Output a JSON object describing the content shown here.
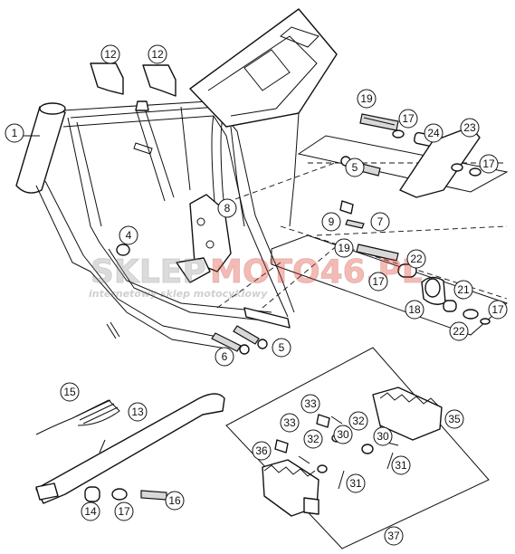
{
  "callouts": [
    {
      "id": "c1",
      "label": "1"
    },
    {
      "id": "c4",
      "label": "4"
    },
    {
      "id": "c5a",
      "label": "5"
    },
    {
      "id": "c5b",
      "label": "5"
    },
    {
      "id": "c6",
      "label": "6"
    },
    {
      "id": "c7",
      "label": "7"
    },
    {
      "id": "c8",
      "label": "8"
    },
    {
      "id": "c9",
      "label": "9"
    },
    {
      "id": "c12a",
      "label": "12"
    },
    {
      "id": "c12b",
      "label": "12"
    },
    {
      "id": "c13",
      "label": "13"
    },
    {
      "id": "c14",
      "label": "14"
    },
    {
      "id": "c15",
      "label": "15"
    },
    {
      "id": "c16",
      "label": "16"
    },
    {
      "id": "c17a",
      "label": "17"
    },
    {
      "id": "c17b",
      "label": "17"
    },
    {
      "id": "c17c",
      "label": "17"
    },
    {
      "id": "c17d",
      "label": "17"
    },
    {
      "id": "c17e",
      "label": "17"
    },
    {
      "id": "c18",
      "label": "18"
    },
    {
      "id": "c19a",
      "label": "19"
    },
    {
      "id": "c19b",
      "label": "19"
    },
    {
      "id": "c21",
      "label": "21"
    },
    {
      "id": "c22a",
      "label": "22"
    },
    {
      "id": "c22b",
      "label": "22"
    },
    {
      "id": "c23",
      "label": "23"
    },
    {
      "id": "c24",
      "label": "24"
    },
    {
      "id": "c30a",
      "label": "30"
    },
    {
      "id": "c30b",
      "label": "30"
    },
    {
      "id": "c31a",
      "label": "31"
    },
    {
      "id": "c31b",
      "label": "31"
    },
    {
      "id": "c32a",
      "label": "32"
    },
    {
      "id": "c32b",
      "label": "32"
    },
    {
      "id": "c33a",
      "label": "33"
    },
    {
      "id": "c33b",
      "label": "33"
    },
    {
      "id": "c35",
      "label": "35"
    },
    {
      "id": "c36",
      "label": "36"
    },
    {
      "id": "c37",
      "label": "37"
    }
  ],
  "watermark": {
    "brand_left": "SKLEP",
    "brand_right": "MOTO46.PL",
    "tagline": "internetowy sklep motocyklowy"
  }
}
